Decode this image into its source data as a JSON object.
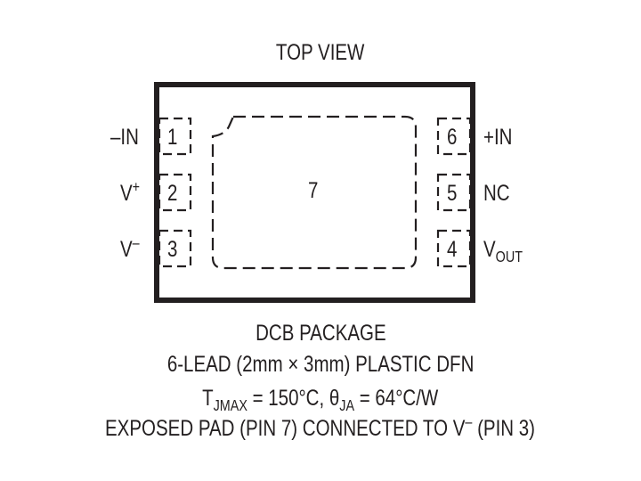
{
  "title": "TOP VIEW",
  "package_outline": {
    "exposed_pad_label": "7"
  },
  "pins_left": [
    {
      "number": "1",
      "name": "–IN"
    },
    {
      "number": "2",
      "name": "V",
      "sup": "+"
    },
    {
      "number": "3",
      "name": "V",
      "sup": "–"
    }
  ],
  "pins_right": [
    {
      "number": "6",
      "name": "+IN"
    },
    {
      "number": "5",
      "name": "NC"
    },
    {
      "number": "4",
      "name": "V",
      "sub": "OUT"
    }
  ],
  "caption": {
    "line1": "DCB PACKAGE",
    "line2": "6-LEAD (2mm × 3mm) PLASTIC DFN",
    "line3": {
      "t": "T",
      "t_sub": "JMAX",
      "t_val": " = 150°C, ",
      "theta": "θ",
      "theta_sub": "JA",
      "theta_val": " = 64°C/W"
    },
    "line4": {
      "pre": "EXPOSED PAD (PIN 7) CONNECTED TO V",
      "sup": "–",
      "post": " (PIN 3)"
    }
  }
}
